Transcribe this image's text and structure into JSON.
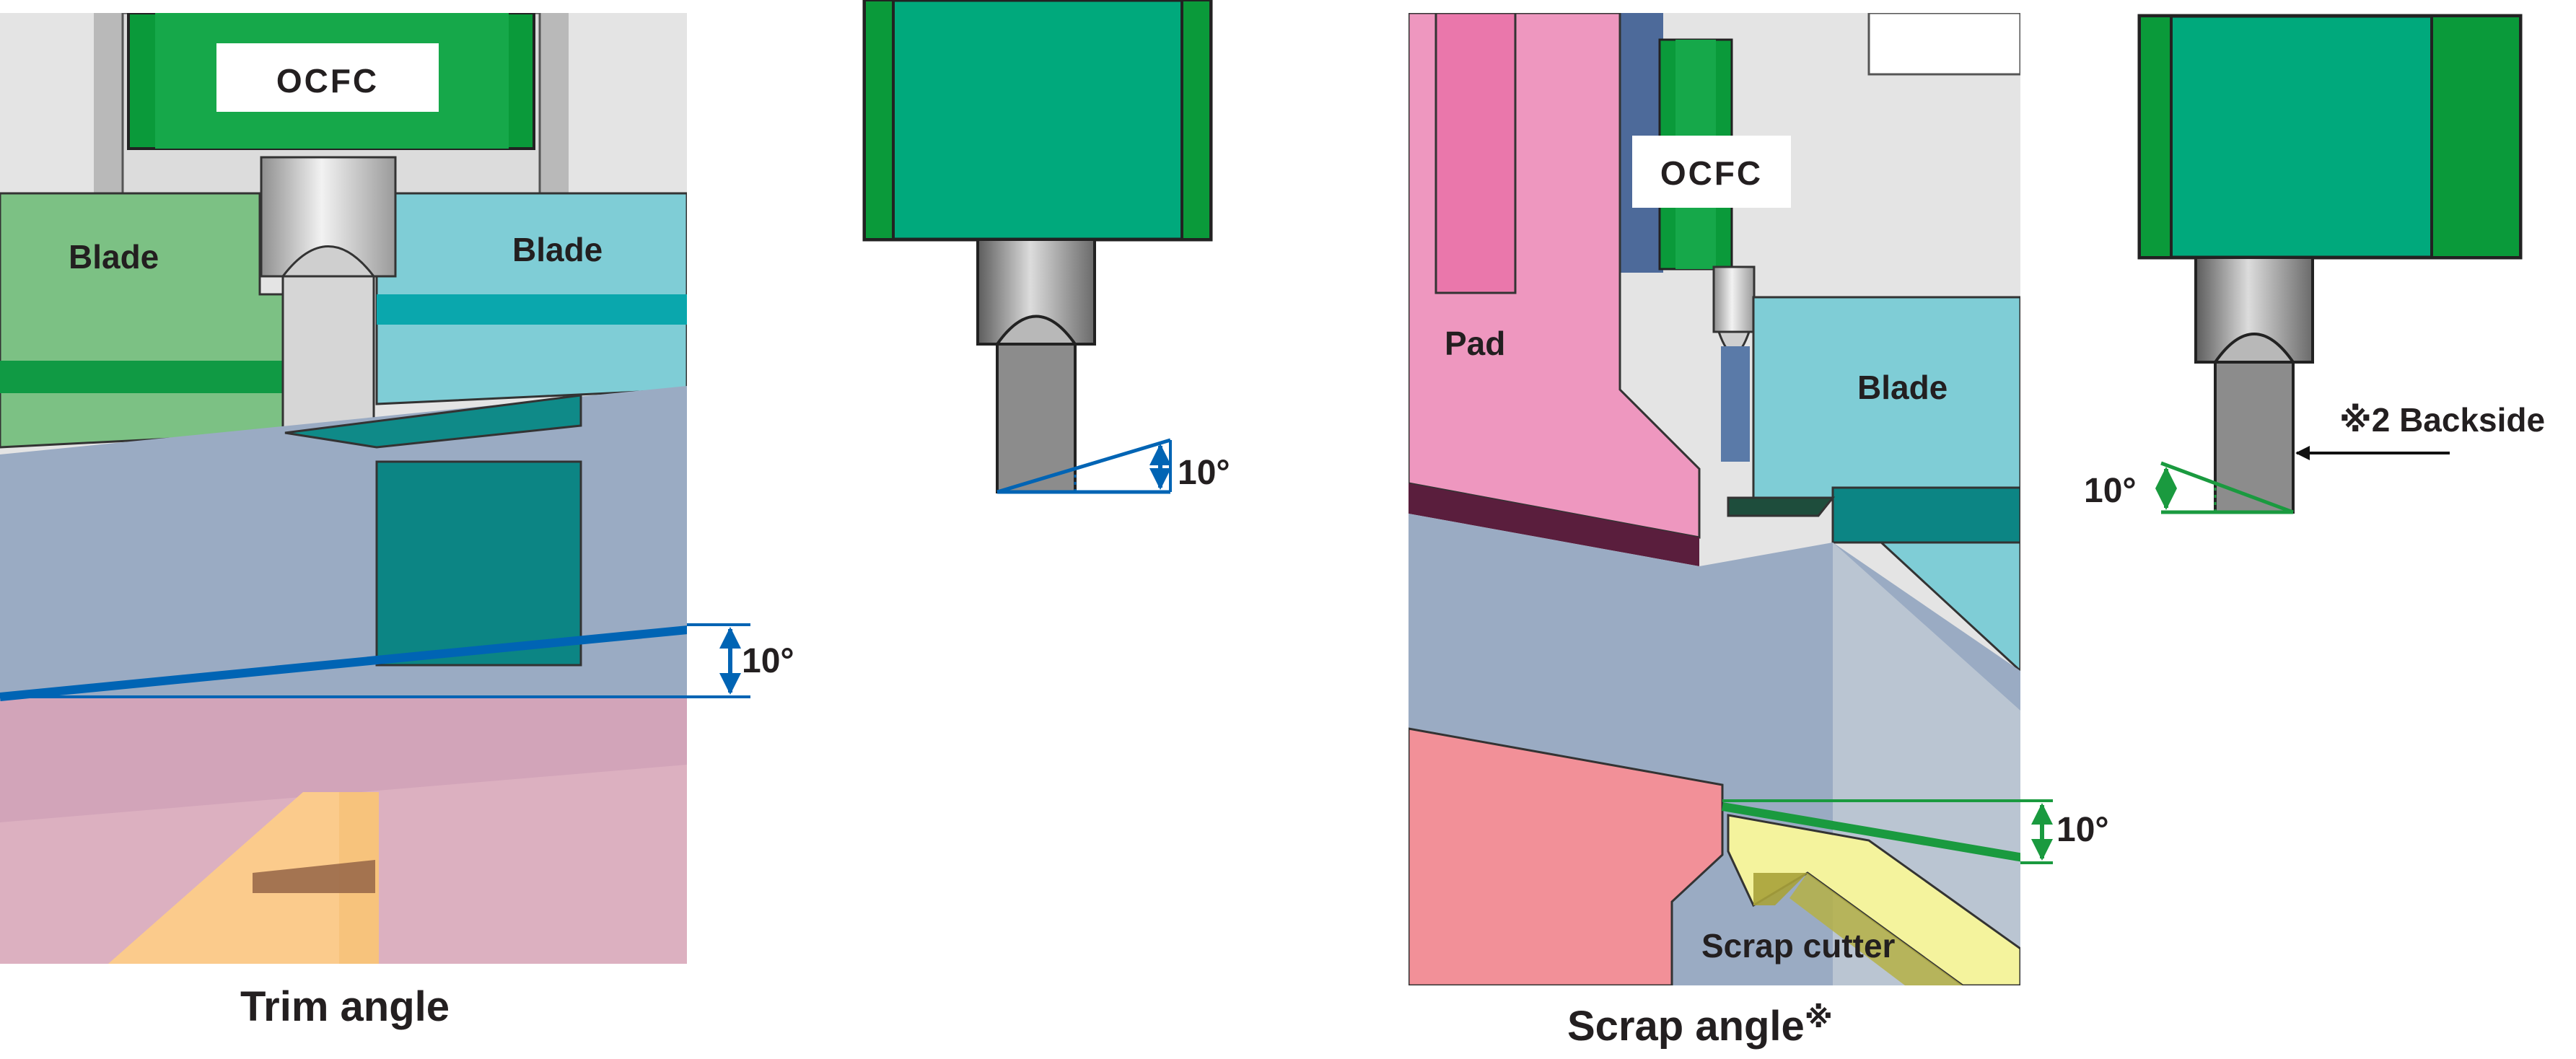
{
  "colors": {
    "ocfc_green": "#00a97c",
    "ocfc_dark_green": "#0a9a3a",
    "blade_green": "#7cc184",
    "blade_cyan": "#7fcdd6",
    "blade_teal": "#0c8584",
    "plate_gray_blue": "#9aabc3",
    "pad_pink": "#ee97bf",
    "pad_dark": "#5a1e3d",
    "scrap_red": "#f29098",
    "scrap_cutter_yellow": "#f4f39d",
    "trim_blue": "#0064b4",
    "scrap_green": "#1a9a3f",
    "background_gray": "#e4e4e4"
  },
  "trim_panel": {
    "ocfc_label": "OCFC",
    "blade_left_label": "Blade",
    "blade_right_label": "Blade",
    "angle_label": "10°",
    "caption": "Trim angle"
  },
  "trim_tool": {
    "angle_label": "10°"
  },
  "scrap_panel": {
    "ocfc_label": "OCFC",
    "pad_label": "Pad",
    "blade_label": "Blade",
    "scrap_cutter_label": "Scrap cutter",
    "angle_label": "10°",
    "caption": "Scrap angle",
    "caption_mark": "※"
  },
  "scrap_tool": {
    "angle_label": "10°",
    "backside_label": "※2 Backside"
  }
}
